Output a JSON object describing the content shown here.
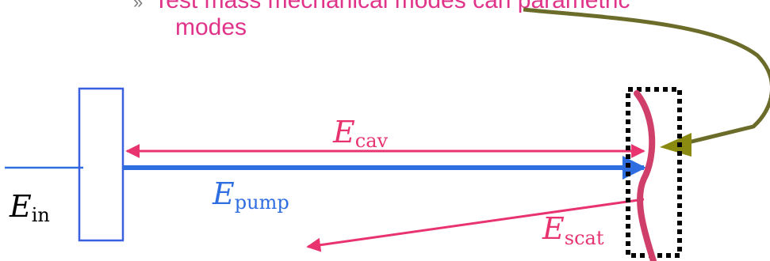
{
  "bullet": {
    "marker": "»",
    "line1": "Test mass mechanical modes can parametric",
    "line2": "modes"
  },
  "labels": {
    "e_in": {
      "base": "E",
      "sub": "in"
    },
    "e_cav": {
      "base": "E",
      "sub": "cav"
    },
    "e_pump": {
      "base": "E",
      "sub": "pump"
    },
    "e_scat": {
      "base": "E",
      "sub": "scat"
    }
  },
  "colors": {
    "text_pink": "#e0338a",
    "cav_arrow": "#e8336f",
    "pump_arrow": "#2f6ee0",
    "input_mirror": "#3a5fe0",
    "test_mass": "#cf3f6a",
    "olive_arrow": "#6b6b2a",
    "olive_arrowhead": "#8a8a10",
    "black": "#000000"
  }
}
